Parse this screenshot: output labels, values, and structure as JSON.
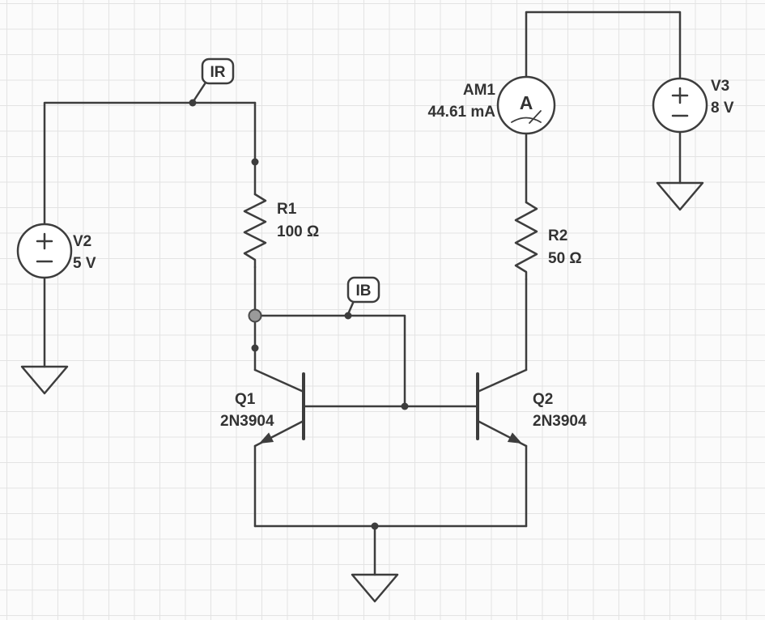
{
  "diagram": {
    "type": "circuit-schematic",
    "colors": {
      "wire": "#3d3d3d",
      "text": "#333333",
      "grid": "#e3e3e3",
      "background": "#fbfbfb",
      "node_highlight": "#9a9a9a"
    },
    "components": {
      "v2": {
        "ref": "V2",
        "value": "5 V",
        "kind": "dc-voltage-source"
      },
      "v3": {
        "ref": "V3",
        "value": "8 V",
        "kind": "dc-voltage-source"
      },
      "r1": {
        "ref": "R1",
        "value": "100 Ω",
        "kind": "resistor"
      },
      "r2": {
        "ref": "R2",
        "value": "50 Ω",
        "kind": "resistor"
      },
      "am1": {
        "ref": "AM1",
        "reading": "44.61 mA",
        "meter_letter": "A",
        "kind": "ammeter"
      },
      "q1": {
        "ref": "Q1",
        "part": "2N3904",
        "kind": "npn-transistor"
      },
      "q2": {
        "ref": "Q2",
        "part": "2N3904",
        "kind": "npn-transistor"
      }
    },
    "net_labels": {
      "ir": "IR",
      "ib": "IB"
    }
  }
}
